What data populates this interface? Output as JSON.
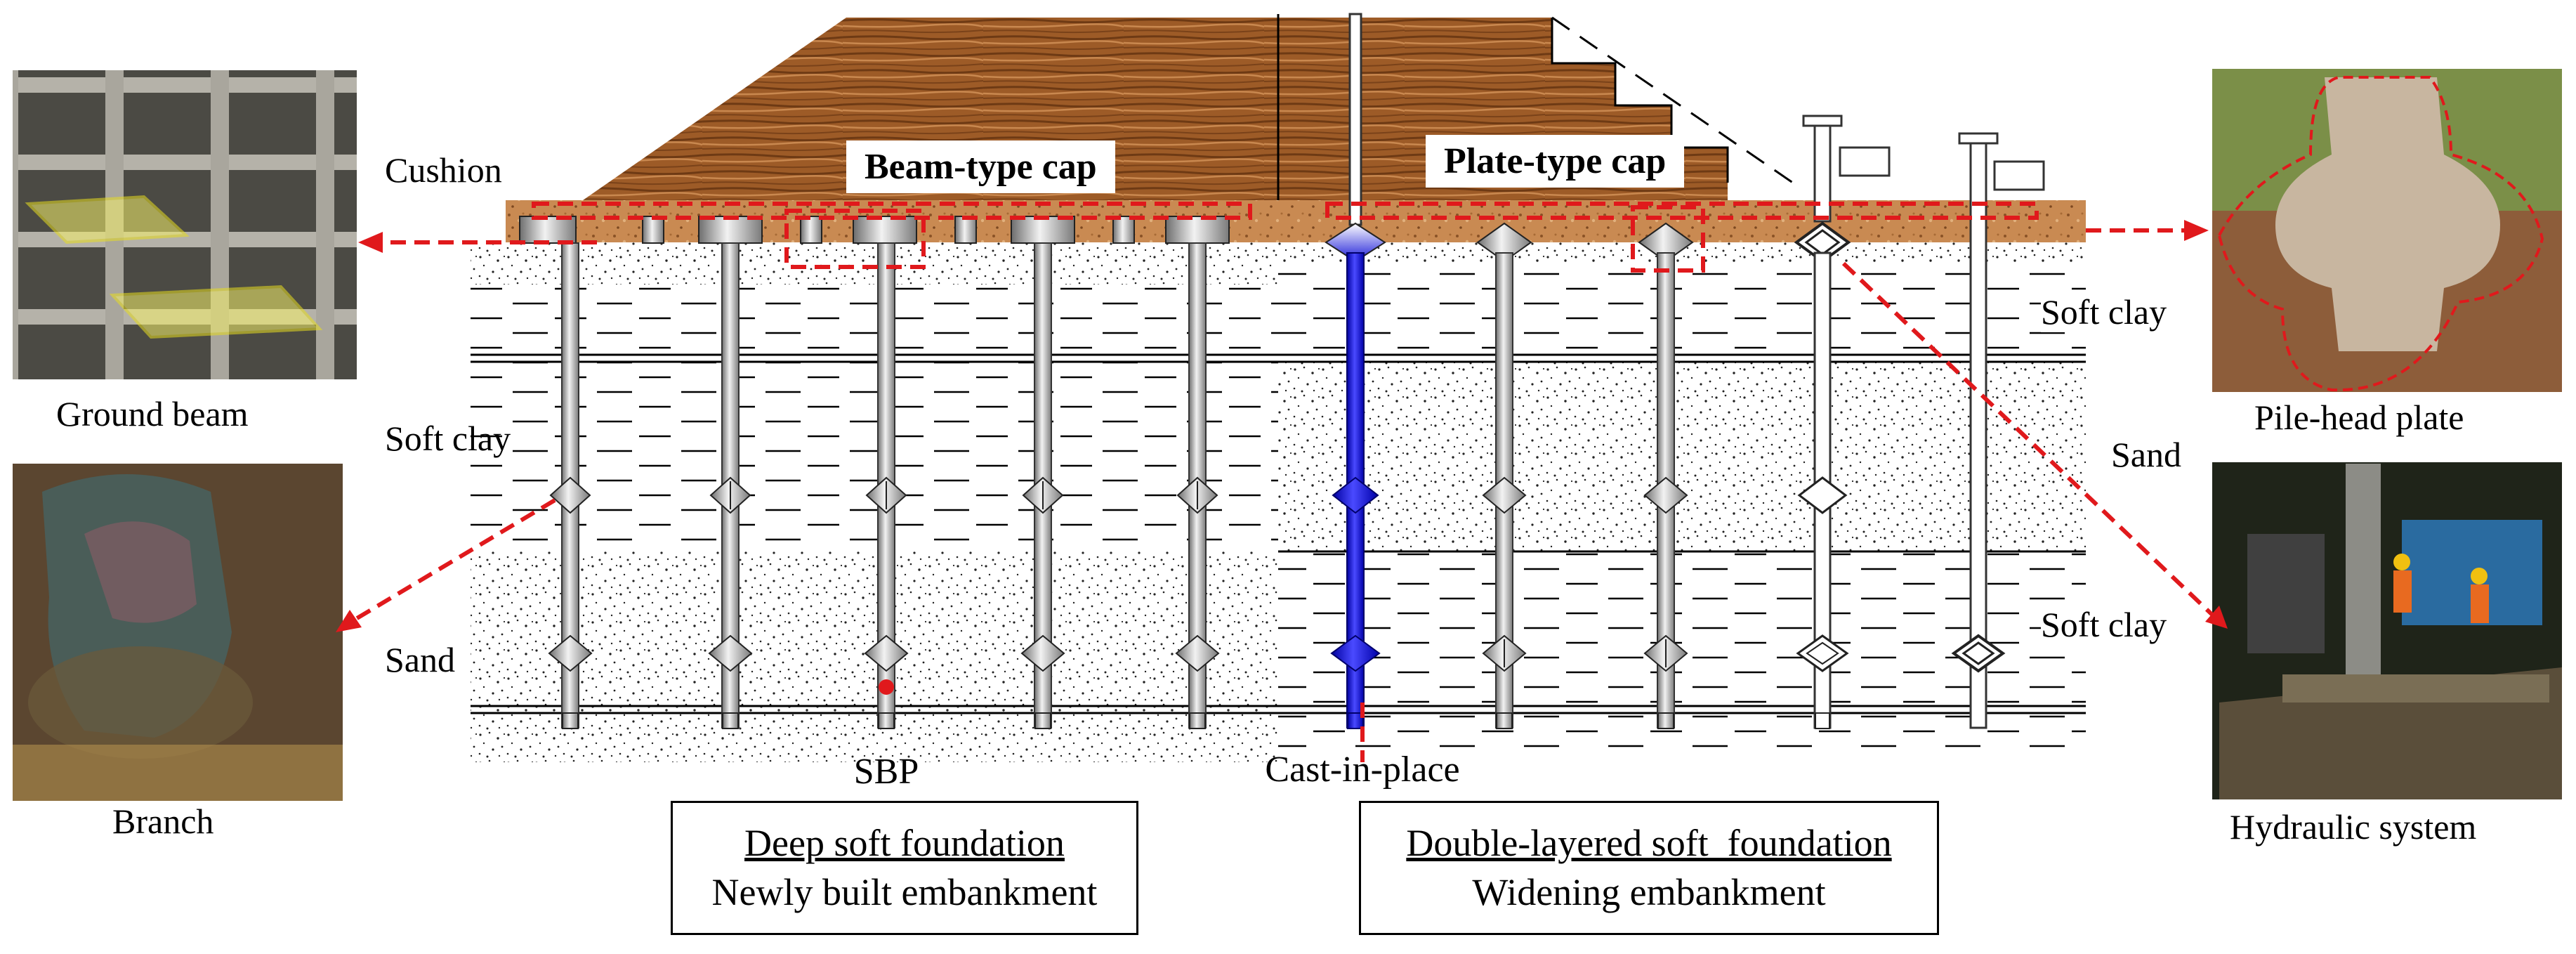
{
  "caps": {
    "beam": "Beam-type cap",
    "plate": "Plate-type cap"
  },
  "layers": {
    "cushion": "Cushion",
    "left_soft_clay": "Soft clay",
    "left_sand": "Sand",
    "right_soft_clay_top": "Soft clay",
    "right_sand": "Sand",
    "right_soft_clay_bottom": "Soft clay"
  },
  "pile_labels": {
    "sbp": "SBP",
    "cast_in_place": "Cast-in-place"
  },
  "photos": {
    "ground_beam": "Ground beam",
    "branch": "Branch",
    "pile_head_plate": "Pile-head plate",
    "hydraulic_system": "Hydraulic system"
  },
  "boxes": {
    "left": {
      "title": "Deep soft foundation",
      "subtitle": "Newly built embankment"
    },
    "right": {
      "title": "Double-layered soft  foundation",
      "subtitle": "Widening embankment"
    }
  },
  "colors": {
    "embankment": "#9a5a28",
    "cushion": "#c98a52",
    "cast_in_place": "#1a1ad8",
    "callout": "#e0191c",
    "pile_gray": "#b0b0b0"
  }
}
